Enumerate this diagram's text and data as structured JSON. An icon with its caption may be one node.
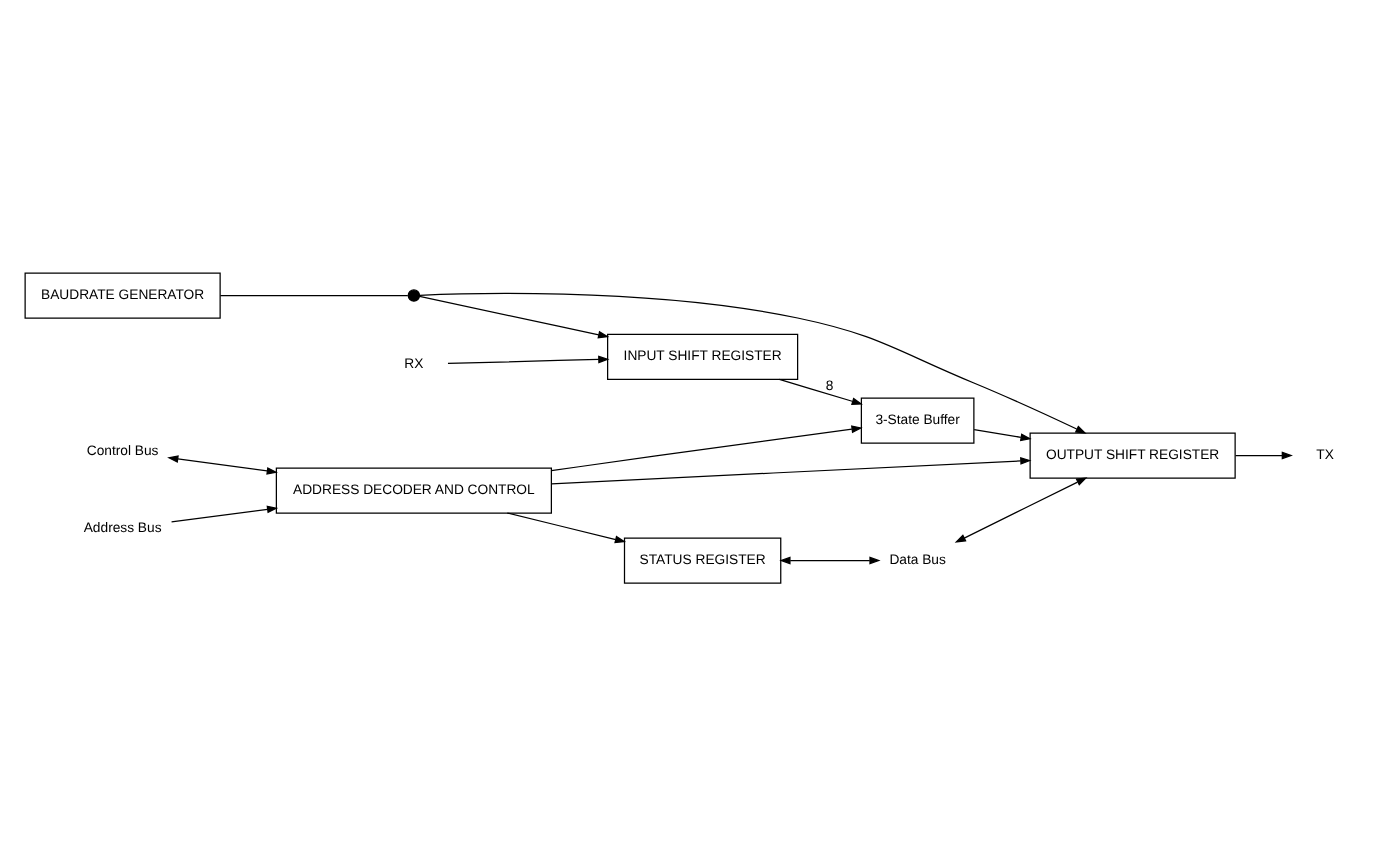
{
  "diagram": {
    "nodes": [
      {
        "text": [
          "BAUDRATE GENERATOR"
        ]
      },
      {
        "text": [],
        "shape": "circle"
      },
      {
        "text": [
          "INPUT SHIFT REGISTER"
        ]
      },
      {
        "text": [
          "RX"
        ]
      },
      {
        "text": [
          "Address Bus"
        ]
      },
      {
        "text": [
          "ADDRESS DECODER AND CONTROL"
        ]
      },
      {
        "text": [
          "Control Bus"
        ]
      },
      {
        "text": [
          "3-State Buffer"
        ]
      },
      {
        "text": [
          "Data Bus"
        ]
      },
      {
        "text": [
          "OUTPUT SHIFT REGISTER"
        ]
      },
      {
        "text": [
          "TX"
        ]
      },
      {
        "text": [
          "STATUS REGISTER"
        ]
      }
    ],
    "edges": [
      {
        "from": 0,
        "to": 1,
        "arrow": "none"
      },
      {
        "from": 1,
        "to": 2,
        "arrow": "to"
      },
      {
        "from": 1,
        "to": 9,
        "arrow": "to"
      },
      {
        "from": 3,
        "to": 2,
        "arrow": "to"
      },
      {
        "from": 2,
        "to": 7,
        "arrow": "to",
        "label": "8"
      },
      {
        "from": 4,
        "to": 5,
        "arrow": "to"
      },
      {
        "from": 6,
        "to": 5,
        "arrow": "both"
      },
      {
        "from": 5,
        "to": 7,
        "arrow": "to"
      },
      {
        "from": 5,
        "to": 9,
        "arrow": "to"
      },
      {
        "from": 5,
        "to": 11,
        "arrow": "to"
      },
      {
        "from": 7,
        "to": 9,
        "arrow": "to"
      },
      {
        "from": 8,
        "to": 9,
        "arrow": "both"
      },
      {
        "from": 9,
        "to": 10,
        "arrow": "to"
      },
      {
        "from": 11,
        "to": 8,
        "arrow": "both"
      }
    ]
  }
}
